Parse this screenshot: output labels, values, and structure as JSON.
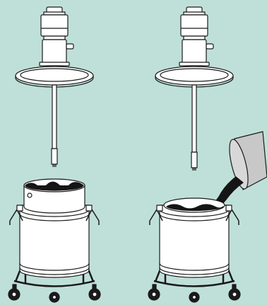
{
  "figure": {
    "background_color": "#bfe0d9",
    "line_color": "#1a1a1a",
    "fill_color": "#ffffff",
    "product_color": "#151515",
    "pour_container_color": "#c8c8c8"
  },
  "panels": [
    {
      "name": "mixer-over-filled-drum",
      "drum_state": "filled"
    },
    {
      "name": "mixer-over-drum-being-filled",
      "drum_state": "pouring"
    }
  ]
}
